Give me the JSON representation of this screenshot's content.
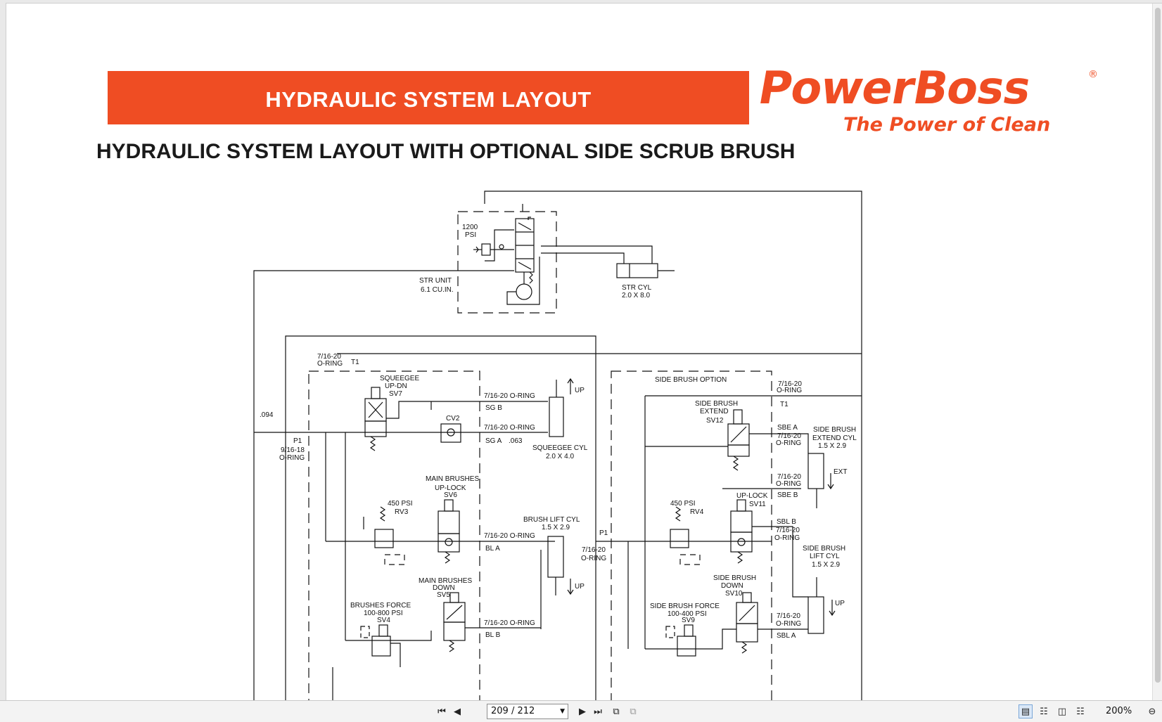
{
  "document": {
    "banner_title": "HYDRAULIC SYSTEM LAYOUT",
    "subtitle": "HYDRAULIC SYSTEM LAYOUT WITH OPTIONAL SIDE SCRUB BRUSH",
    "brand": {
      "name": "PowerBoss",
      "registered_mark": "®",
      "tagline": "The Power of Clean",
      "color": "#ef4d23"
    }
  },
  "diagram": {
    "steering": {
      "relief": "1200",
      "relief_unit": "PSI",
      "unit_label": "STR UNIT",
      "unit_disp": "6.1 CU.IN.",
      "cyl_label": "STR CYL",
      "cyl_size": "2.0 X 8.0"
    },
    "left_block": {
      "port_t1_fitting_1": "7/16-20",
      "port_t1_fitting_2": "O-RING",
      "t1": "T1",
      "orifice": ".094",
      "p1": "P1",
      "p1_fitting_1": "9/16-18",
      "p1_fitting_2": "O-RING",
      "squeegee_1": "SQUEEGEE",
      "squeegee_2": "UP-DN",
      "sv7": "SV7",
      "cv2": "CV2",
      "sg_b_fitting": "7/16-20 O-RING",
      "sg_b": "SG B",
      "sg_a_fitting": "7/16-20 O-RING",
      "sg_a": "SG A",
      "sg_a_orifice": ".063",
      "up_1": "UP",
      "squeegee_cyl": "SQUEEGEE CYL",
      "squeegee_cyl_size": "2.0 X 4.0",
      "main_uplock_1": "MAIN BRUSHES",
      "main_uplock_2": "UP-LOCK",
      "sv6": "SV6",
      "rv3_psi": "450 PSI",
      "rv3": "RV3",
      "brush_lift_cyl": "BRUSH  LIFT CYL",
      "brush_lift_size": "1.5 X 2.9",
      "bl_a_fitting": "7/16-20 O-RING",
      "bl_a": "BL A",
      "up_2": "UP",
      "main_down_1": "MAIN BRUSHES",
      "main_down_2": "DOWN",
      "sv5": "SV5",
      "force_1": "BRUSHES FORCE",
      "force_2": "100-800 PSI",
      "sv4": "SV4",
      "bl_b_fitting": "7/16-20 O-RING",
      "bl_b": "BL B"
    },
    "right_block": {
      "title": "SIDE BRUSH OPTION",
      "top_fitting_1": "7/16-20",
      "top_fitting_2": "O-RING",
      "t1": "T1",
      "extend_1": "SIDE BRUSH",
      "extend_2": "EXTEND",
      "sv12": "SV12",
      "sbe_a": "SBE A",
      "sbe_a_fitting_1": "7/16-20",
      "sbe_a_fitting_2": "O-RING",
      "ext_cyl_1": "SIDE BRUSH",
      "ext_cyl_2": "EXTEND CYL",
      "ext_cyl_size": "1.5 X 2.9",
      "ext": "EXT",
      "sbe_b_fitting_1": "7/16-20",
      "sbe_b_fitting_2": "O-RING",
      "sbe_b": "SBE B",
      "uplock": "UP-LOCK",
      "sv11": "SV11",
      "rv4_psi": "450 PSI",
      "rv4": "RV4",
      "sbl_b": "SBL B",
      "sbl_b_fitting_1": "7/16-20",
      "sbl_b_fitting_2": "O-RING",
      "p1": "P1",
      "p1_fitting_1": "7/16-20",
      "p1_fitting_2": "O-RING",
      "lift_cyl_1": "SIDE BRUSH",
      "lift_cyl_2": "LIFT CYL",
      "lift_cyl_size": "1.5 X 2.9",
      "up": "UP",
      "down_1": "SIDE BRUSH",
      "down_2": "DOWN",
      "sv10": "SV10",
      "force_1": "SIDE BRUSH FORCE",
      "force_2": "100-400 PSI",
      "sv9": "SV9",
      "sbl_a_fitting_1": "7/16-20",
      "sbl_a_fitting_2": "O-RING",
      "sbl_a": "SBL A"
    }
  },
  "toolbar": {
    "first_page_icon": "first-page-icon",
    "prev_page_icon": "prev-page-icon",
    "page_indicator": "209 / 212",
    "next_page_icon": "next-page-icon",
    "last_page_icon": "last-page-icon",
    "zoom": "200%"
  }
}
